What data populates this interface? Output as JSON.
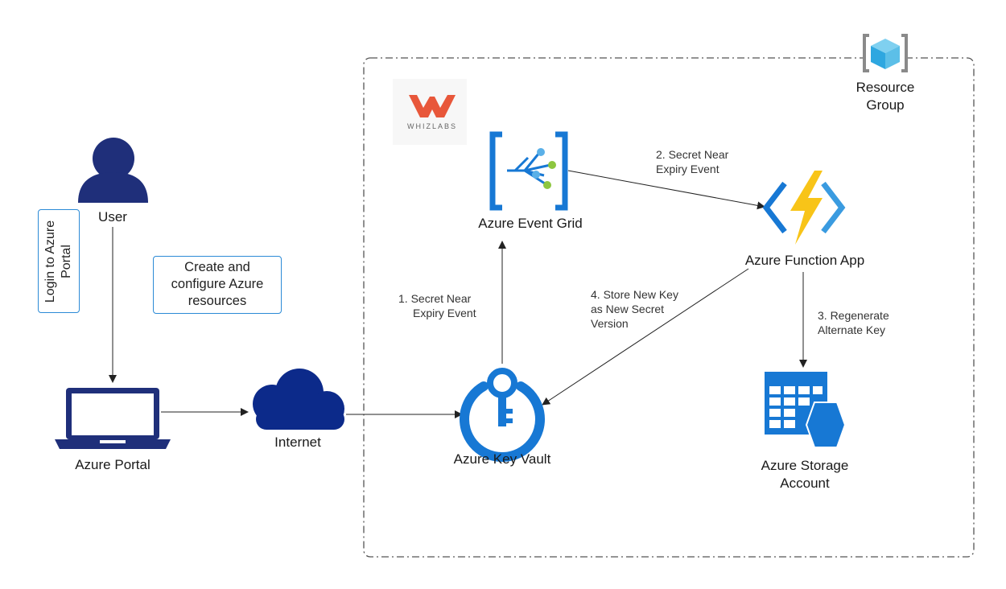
{
  "logo": {
    "text": "WHIZLABS"
  },
  "resource_group": {
    "label_line1": "Resource",
    "label_line2": "Group"
  },
  "nodes": {
    "user": "User",
    "portal": "Azure Portal",
    "internet": "Internet",
    "key_vault": "Azure Key Vault",
    "event_grid": "Azure Event Grid",
    "function_app": "Azure Function App",
    "storage_line1": "Azure Storage",
    "storage_line2": "Account"
  },
  "notes": {
    "login_line1": "Login to Azure",
    "login_line2": "Portal",
    "create_line1": "Create and",
    "create_line2": "configure Azure",
    "create_line3": "resources"
  },
  "edges": {
    "e1_line1": "1. Secret Near",
    "e1_line2": "Expiry Event",
    "e2_line1": "2. Secret Near",
    "e2_line2": "Expiry Event",
    "e3_line1": "3. Regenerate",
    "e3_line2": "Alternate Key",
    "e4_line1": "4. Store New Key",
    "e4_line2": "as New Secret",
    "e4_line3": "Version"
  },
  "colors": {
    "navy": "#1f2f7a",
    "azure_blue": "#1778d4",
    "bolt": "#f8c418",
    "whizlabs": "#e8573a",
    "note_border": "#2b8ad6"
  }
}
